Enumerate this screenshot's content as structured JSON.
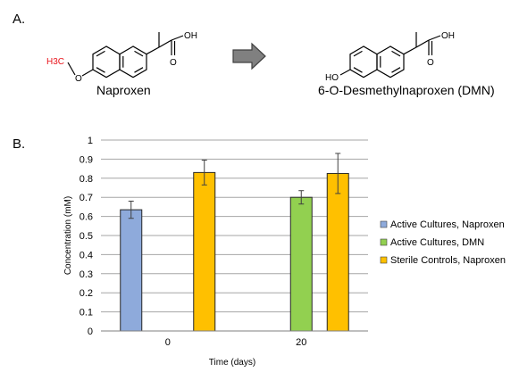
{
  "panel_a": {
    "label": "A.",
    "reactant": {
      "name": "Naproxen",
      "methyl_group": "H3C",
      "ether_oxygen": "O",
      "acid_group": "OH",
      "carbonyl_oxygen": "O"
    },
    "product": {
      "name": "6-O-Desmethylnaproxen (DMN)",
      "phenol_group": "HO",
      "acid_group": "OH",
      "carbonyl_oxygen": "O"
    }
  },
  "panel_b": {
    "label": "B."
  },
  "chart_data": {
    "type": "bar",
    "xlabel": "Time (days)",
    "ylabel": "Concentration (mM)",
    "ylim": [
      0,
      1
    ],
    "yticks": [
      0,
      0.1,
      0.2,
      0.3,
      0.4,
      0.5,
      0.6,
      0.7,
      0.8,
      0.9,
      1
    ],
    "ytick_labels": [
      "0",
      "0.1",
      "0.2",
      "0.3",
      "0.4",
      "0.5",
      "0.6",
      "0.7",
      "0.8",
      "0.9",
      "1"
    ],
    "categories": [
      "0",
      "20"
    ],
    "grid": "horizontal",
    "legend_position": "right",
    "series": [
      {
        "name": "Active Cultures, Naproxen",
        "color": "#8eaadb",
        "values": [
          0.635,
          null
        ],
        "errors": [
          0.045,
          null
        ]
      },
      {
        "name": "Active Cultures, DMN",
        "color": "#92d050",
        "values": [
          null,
          0.7
        ],
        "errors": [
          null,
          0.035
        ]
      },
      {
        "name": "Sterile Controls, Naproxen",
        "color": "#ffc000",
        "values": [
          0.83,
          0.825
        ],
        "errors": [
          0.065,
          0.105
        ]
      }
    ]
  }
}
